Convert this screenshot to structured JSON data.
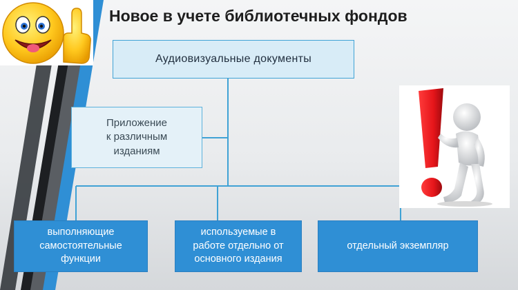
{
  "title": "Новое в учете библиотечных фондов",
  "root": {
    "label": "Аудиовизуальные документы"
  },
  "side_node": {
    "lines": [
      "Приложение",
      "к различным",
      "изданиям"
    ]
  },
  "children": [
    {
      "lines": [
        "выполняющие",
        "самостоятельные",
        "функции"
      ]
    },
    {
      "lines": [
        "используемые в",
        "работе отдельно от",
        "основного издания"
      ]
    },
    {
      "lines": [
        "отдельный экземпляр"
      ]
    }
  ],
  "colors": {
    "accent_blue": "#2f8fd5",
    "connector": "#3fa2d5",
    "exclamation_red": "#e5151a",
    "emoji_yellow": "#ffc81e"
  },
  "icons": {
    "left_decor": "smiley-thumbs-up-icon",
    "right_decor": "person-with-exclamation-icon"
  }
}
